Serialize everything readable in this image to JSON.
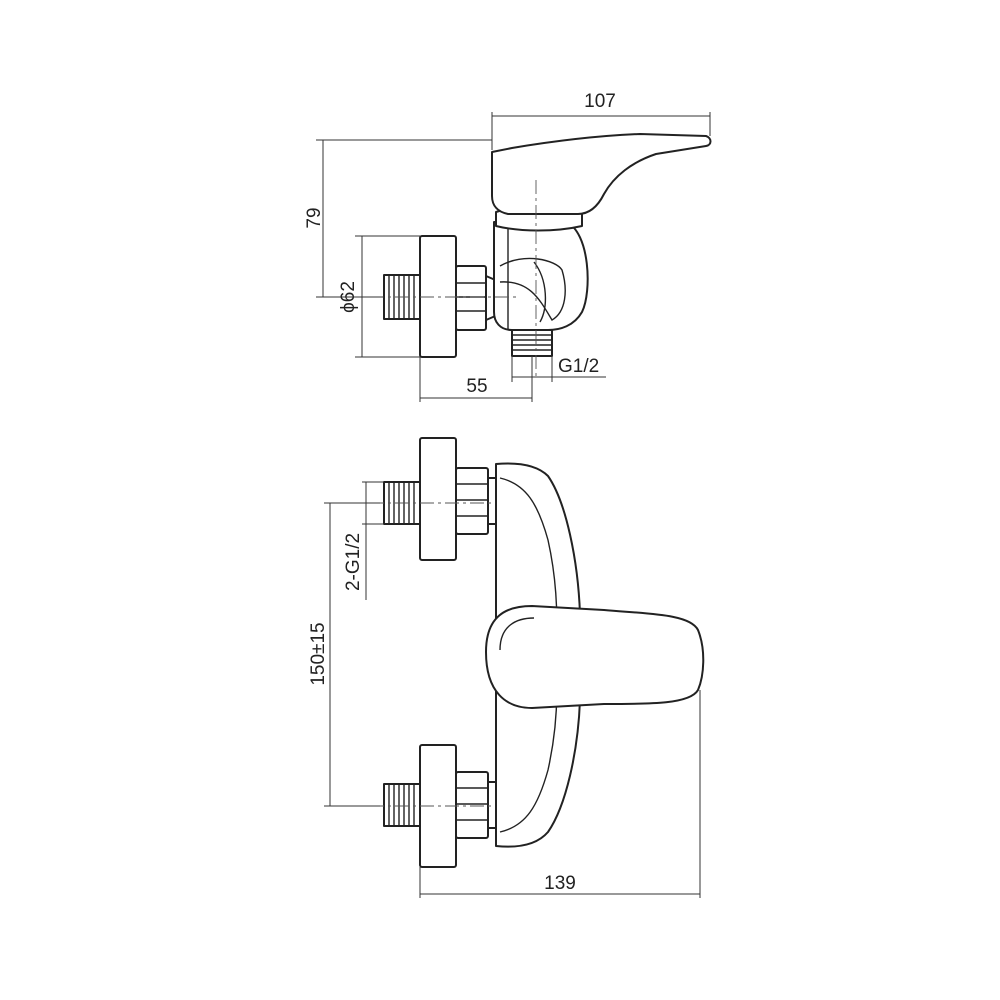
{
  "dimensions": {
    "top_width": "107",
    "height": "79",
    "flange_diameter": "ϕ62",
    "outlet_thread": "G1/2",
    "offset": "55",
    "inlet_threads": "2-G1/2",
    "inlet_spacing": "150±15",
    "overall_width": "139"
  },
  "colors": {
    "line": "#222222",
    "background": "#ffffff"
  }
}
